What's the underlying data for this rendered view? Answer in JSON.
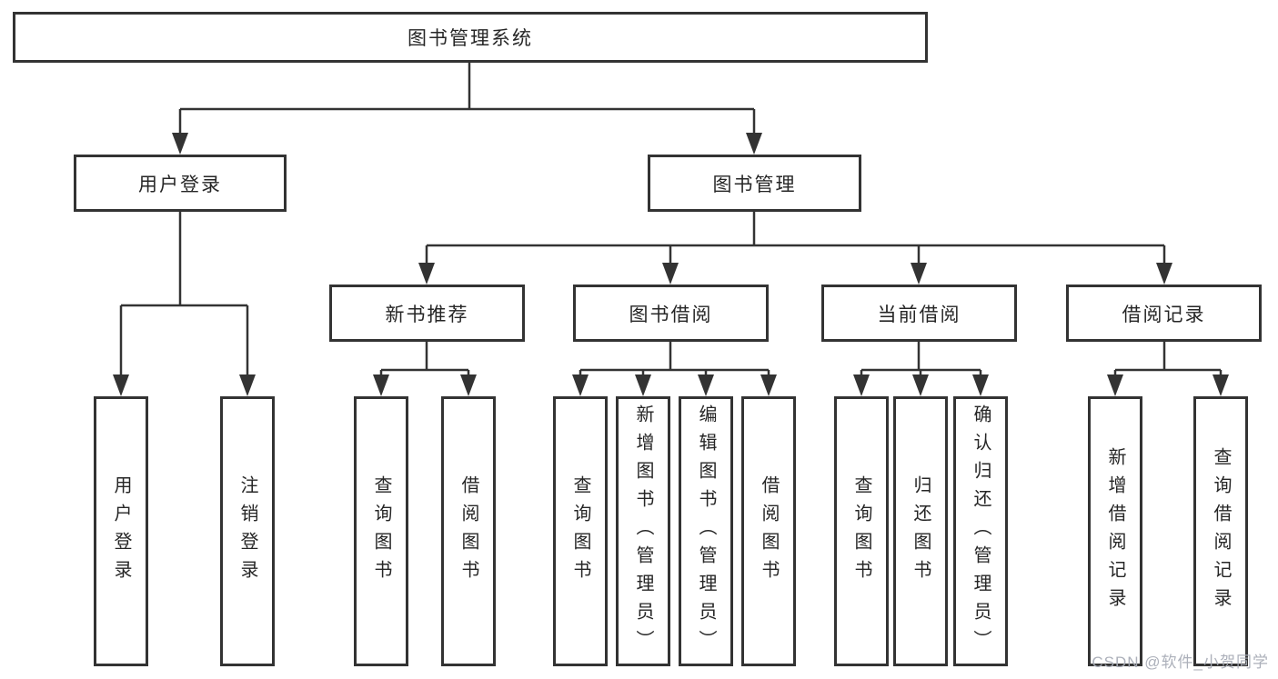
{
  "diagram_title": "图书管理系统",
  "tree": {
    "label": "图书管理系统",
    "children": [
      {
        "label": "用户登录",
        "children": [
          {
            "label": "用户登录"
          },
          {
            "label": "注销登录"
          }
        ]
      },
      {
        "label": "图书管理",
        "children": [
          {
            "label": "新书推荐",
            "children": [
              {
                "label": "查询图书"
              },
              {
                "label": "借阅图书"
              }
            ]
          },
          {
            "label": "图书借阅",
            "children": [
              {
                "label": "查询图书"
              },
              {
                "label": "新增图书（管理员）"
              },
              {
                "label": "编辑图书（管理员）"
              },
              {
                "label": "借阅图书"
              }
            ]
          },
          {
            "label": "当前借阅",
            "children": [
              {
                "label": "查询图书"
              },
              {
                "label": "归还图书"
              },
              {
                "label": "确认归还（管理员）"
              }
            ]
          },
          {
            "label": "借阅记录",
            "children": [
              {
                "label": "新增借阅记录"
              },
              {
                "label": "查询借阅记录"
              }
            ]
          }
        ]
      }
    ]
  },
  "watermark": {
    "text": "CSDN @软件_小贺同学"
  },
  "colors": {
    "background": "#ffffff",
    "box_border": "#333333",
    "connector": "#333333",
    "text": "#262626",
    "watermark": "#a8acb6"
  }
}
